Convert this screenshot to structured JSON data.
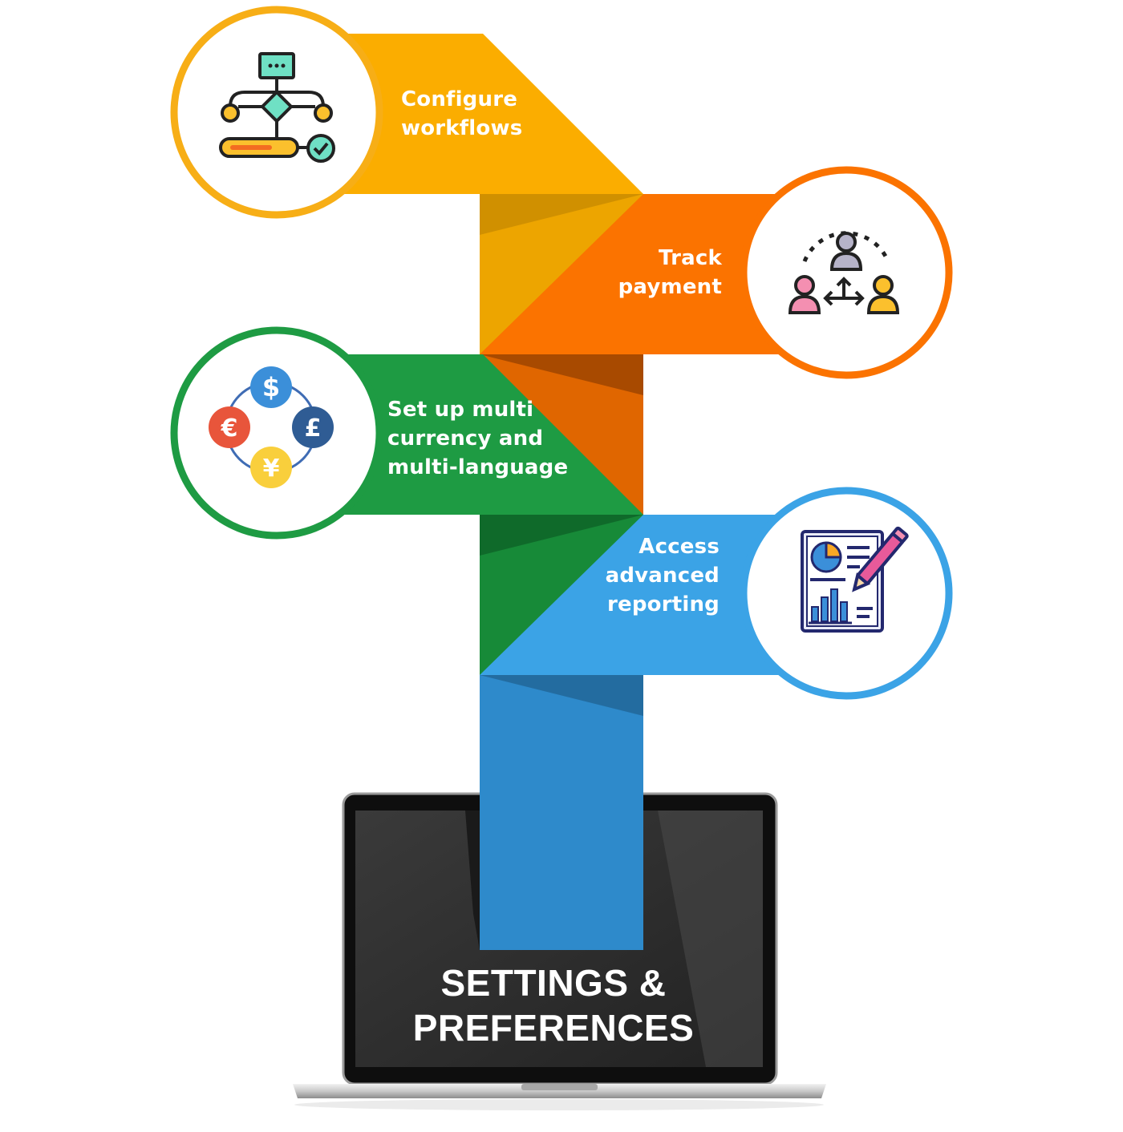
{
  "steps": [
    {
      "label_lines": [
        "Configure",
        "workflows"
      ],
      "color": "#FBAD00",
      "ring_color": "#F7AE16",
      "icon": "workflow-flowchart-icon"
    },
    {
      "label_lines": [
        "Track",
        "payment"
      ],
      "color": "#FB7300",
      "ring_color": "#FB7300",
      "icon": "people-transfer-icon"
    },
    {
      "label_lines": [
        "Set up multi",
        "currency and",
        "multi-language"
      ],
      "color": "#1E9B43",
      "ring_color": "#1E9B43",
      "icon": "currency-exchange-icon"
    },
    {
      "label_lines": [
        "Access",
        "advanced",
        "reporting"
      ],
      "color": "#3BA3E6",
      "ring_color": "#3BA3E6",
      "icon": "report-chart-pencil-icon"
    }
  ],
  "laptop": {
    "title_lines": [
      "SETTINGS &",
      "PREFERENCES"
    ],
    "screen_color": "#2B2B2B"
  }
}
